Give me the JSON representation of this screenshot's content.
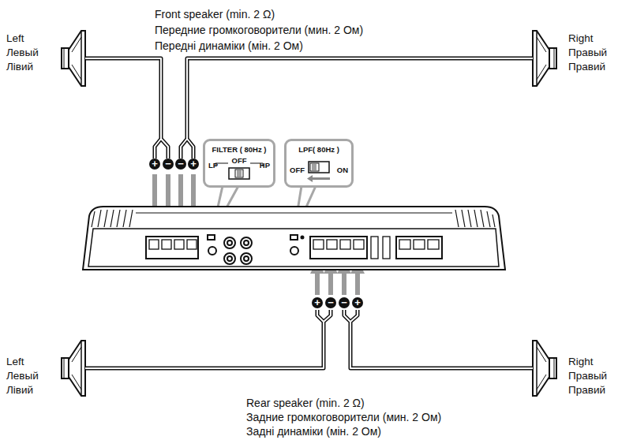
{
  "diagram": {
    "nodes": [
      {
        "text": [
          "FILTER ( 80Hz )",
          "LP",
          "OFF",
          "HP"
        ]
      },
      {
        "text": [
          "LPF( 80Hz )",
          "OFF",
          "ON"
        ]
      }
    ],
    "labels": [
      "Front speaker (min. 2 Ω)",
      "Передние громкоговорители (мин. 2 Ом)",
      "Передні динаміки (мін. 2 Ом)",
      "Left",
      "Левый",
      "Лівий",
      "Right",
      "Правый",
      "Правий",
      "+",
      "−",
      "−",
      "+",
      "+",
      "−",
      "−",
      "+",
      "Left",
      "Левый",
      "Лівий",
      "Right",
      "Правый",
      "Правий",
      "Rear speaker (min. 2 Ω)",
      "Задние громкоговорители (мин. 2 Ом)",
      "Задні динаміки (мін. 2 Ом)"
    ]
  }
}
